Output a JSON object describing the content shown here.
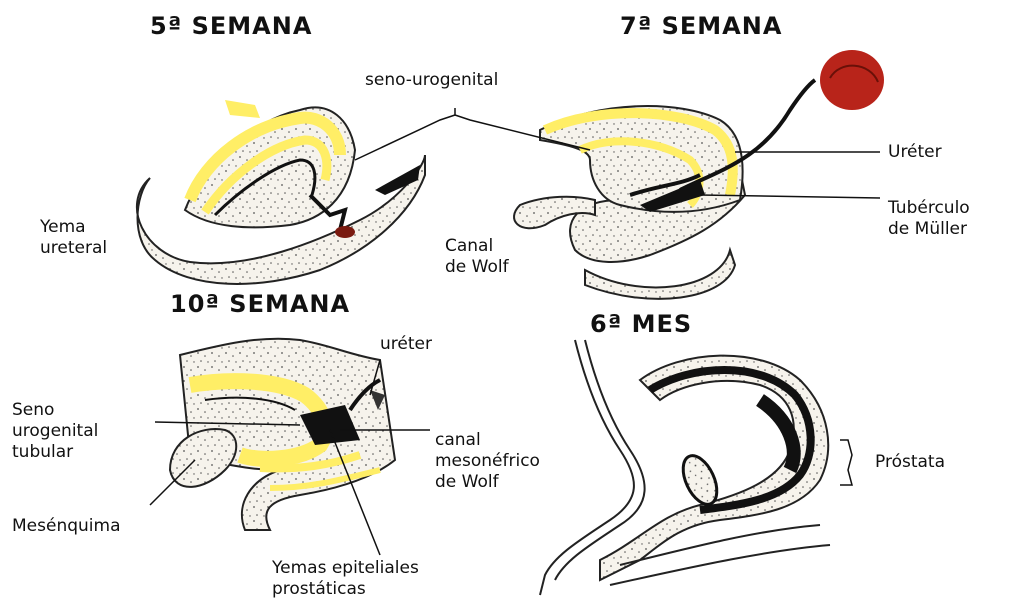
{
  "stages": {
    "week5": "5ª SEMANA",
    "week7": "7ª SEMANA",
    "week10": "10ª SEMANA",
    "month6": "6ª MES"
  },
  "labels": {
    "seno_urogenital": "seno-urogenital",
    "yema_ureteral": [
      "Yema",
      "ureteral"
    ],
    "canal_wolf": [
      "Canal",
      "de Wolf"
    ],
    "ureter_7": "Uréter",
    "tuberculo_muller": [
      "Tubérculo",
      "de Müller"
    ],
    "ureter_10": "uréter",
    "seno_tubular": [
      "Seno",
      "urogenital",
      "tubular"
    ],
    "canal_mesonefrico": [
      "canal",
      "mesonéfrico",
      "de Wolf"
    ],
    "mesenquima": "Mesénquima",
    "yemas_epiteliales": [
      "Yemas epiteliales",
      "prostáticas"
    ],
    "prostata": "Próstata"
  },
  "colors": {
    "yellow": "#ffee66",
    "tissue": "#f4f1ea",
    "ink": "#111111",
    "kidney": "#b8241a"
  }
}
